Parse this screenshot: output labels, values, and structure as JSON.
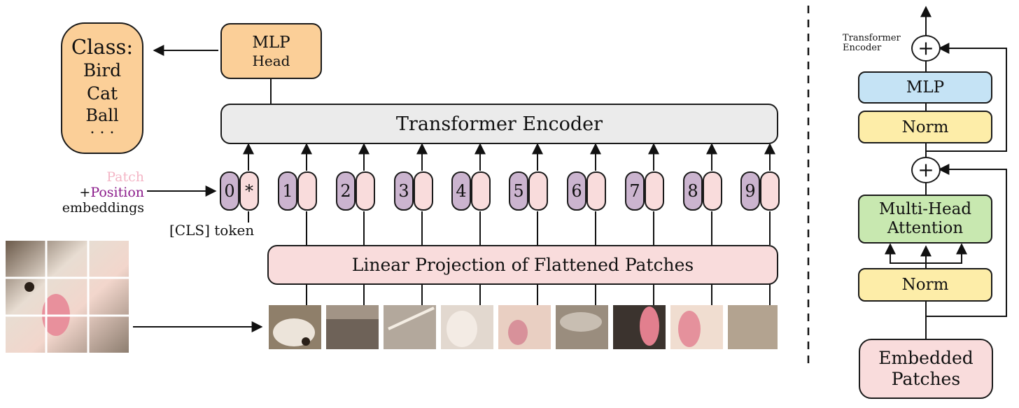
{
  "colors": {
    "orange": "#fbcf98",
    "gray": "#ebebeb",
    "pink": "#f9dcdc",
    "purple": "#cbb4cf",
    "blue": "#c5e3f5",
    "yellow": "#fdeda8",
    "green": "#c8e8b0",
    "patch_label": "#f4b6c6",
    "position_label": "#8a1a8a"
  },
  "class_box": {
    "title": "Class:",
    "items": [
      "Bird",
      "Cat",
      "Ball",
      "· · ·"
    ]
  },
  "mlp_head": {
    "line1": "MLP",
    "line2": "Head"
  },
  "transformer_encoder": {
    "label": "Transformer Encoder"
  },
  "embeddings_label": {
    "patch": "Patch",
    "plus": "+",
    "position": "Position",
    "embeddings": "embeddings"
  },
  "tokens": {
    "cls_star": "*",
    "positions": [
      "0",
      "1",
      "2",
      "3",
      "4",
      "5",
      "6",
      "7",
      "8",
      "9"
    ]
  },
  "cls_label": "[CLS] token",
  "linear_projection": {
    "label": "Linear Projection of Flattened Patches"
  },
  "encoder_block": {
    "title_line1": "Transformer",
    "title_line2": "Encoder",
    "mlp": "MLP",
    "norm_top": "Norm",
    "mha_line1": "Multi-Head",
    "mha_line2": "Attention",
    "norm_bottom": "Norm",
    "embedded_line1": "Embedded",
    "embedded_line2": "Patches",
    "plus": "+"
  },
  "icons": {
    "input_image": "cat-photo-grid",
    "patches": "cat-photo-patch"
  }
}
